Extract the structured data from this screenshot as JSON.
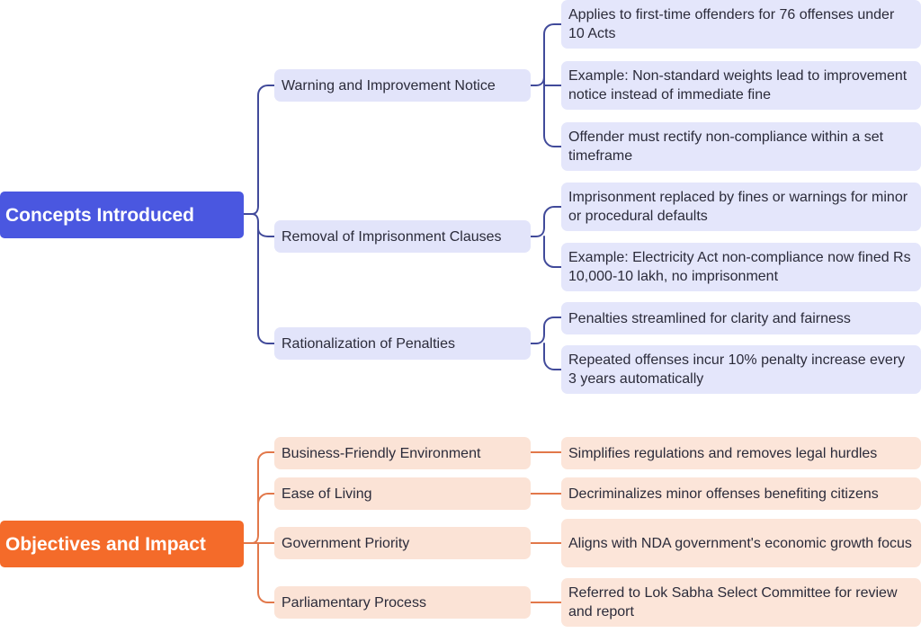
{
  "colors": {
    "blue_accent": "#4a57e0",
    "blue_line": "#414a9a",
    "blue_node": "#e2e4fa",
    "orange_accent": "#f46b2a",
    "orange_line": "#e2784a",
    "orange_node": "#fbe3d6"
  },
  "concepts": {
    "title": "Concepts Introduced",
    "branches": [
      {
        "label": "Warning and Improvement Notice",
        "leaves": [
          "Applies to first-time offenders for 76 offenses under 10 Acts",
          "Example: Non-standard weights lead to improvement notice instead of immediate fine",
          "Offender must rectify non-compliance within a set timeframe"
        ]
      },
      {
        "label": "Removal of Imprisonment Clauses",
        "leaves": [
          "Imprisonment replaced by fines or warnings for minor or procedural defaults",
          "Example: Electricity Act non-compliance now fined Rs 10,000-10 lakh, no imprisonment"
        ]
      },
      {
        "label": "Rationalization of Penalties",
        "leaves": [
          "Penalties streamlined for clarity and fairness",
          "Repeated offenses incur 10% penalty increase every 3 years automatically"
        ]
      }
    ]
  },
  "objectives": {
    "title": "Objectives and Impact",
    "branches": [
      {
        "label": "Business-Friendly Environment",
        "leaves": [
          "Simplifies regulations and removes legal hurdles"
        ]
      },
      {
        "label": "Ease of Living",
        "leaves": [
          "Decriminalizes minor offenses benefiting citizens"
        ]
      },
      {
        "label": "Government Priority",
        "leaves": [
          "Aligns with NDA government's economic growth focus"
        ]
      },
      {
        "label": "Parliamentary Process",
        "leaves": [
          "Referred to Lok Sabha Select Committee for review and report"
        ]
      }
    ]
  }
}
